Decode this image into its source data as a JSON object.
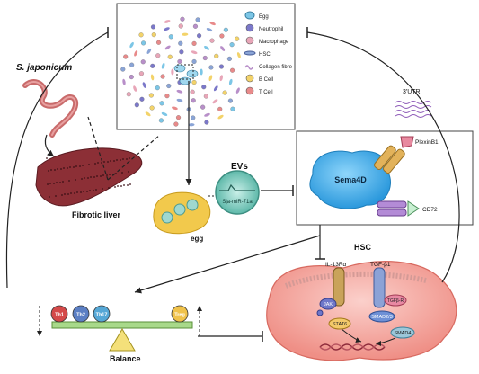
{
  "granuloma": {
    "legend": [
      {
        "label": "Egg",
        "color": "#7cc6e6",
        "shape": "egg"
      },
      {
        "label": "Neutrophil",
        "color": "#7b78c9",
        "shape": "circle"
      },
      {
        "label": "Macrophage",
        "color": "#e8a6b8",
        "shape": "blob"
      },
      {
        "label": "HSC",
        "color": "#8aa4d6",
        "shape": "spindle"
      },
      {
        "label": "Collagen fibre",
        "color": "#b88fc9",
        "shape": "fibre"
      },
      {
        "label": "B Cell",
        "color": "#f3d36a",
        "shape": "circle"
      },
      {
        "label": "T Cell",
        "color": "#e88a8a",
        "shape": "circle"
      }
    ]
  },
  "parasite": {
    "label": "S. japonicum"
  },
  "liver": {
    "label": "Fibrotic liver",
    "color": "#8c2f36"
  },
  "egg": {
    "label": "egg",
    "color": "#f2c94c"
  },
  "evs": {
    "title": "EVs",
    "inner_label": "Sja-miR-71a",
    "color": "#7fcfc2"
  },
  "utr": {
    "label": "3'UTR"
  },
  "sema": {
    "center_label": "Sema4D",
    "plexin_label": "PlexinB1",
    "cd72_label": "CD72",
    "color": "#4fb4ea"
  },
  "hsc": {
    "title": "HSC",
    "il13ra": "IL-13Rα",
    "tgfb1": "TGF-β1",
    "jak": "JAK",
    "tgfb_r": "TGFβ-R",
    "stat6": "STAT6",
    "smad23": "SMAD2/3",
    "smad4": "SMAD4",
    "color": "#f4a7a0"
  },
  "balance": {
    "label": "Balance",
    "cells": [
      {
        "label": "Th1",
        "color": "#d44a4a"
      },
      {
        "label": "Th2",
        "color": "#5b7fc4"
      },
      {
        "label": "Th17",
        "color": "#55a7d6"
      },
      {
        "label": "Treg",
        "color": "#f0c24a"
      }
    ]
  }
}
